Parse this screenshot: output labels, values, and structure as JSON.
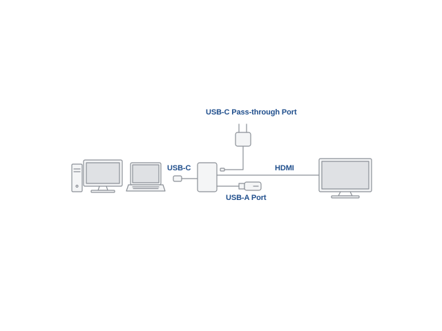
{
  "labels": {
    "usb_c": "USB-C",
    "passthrough": "USB-C Pass-through Port",
    "hdmi": "HDMI",
    "usb_a": "USB-A Port"
  },
  "colors": {
    "label": "#1f4e8c",
    "line": "#8a8f96",
    "fill_light": "#f4f5f6",
    "fill_mid": "#dfe1e4"
  },
  "devices": {
    "sources": [
      "desktop-pc-icon",
      "monitor-icon",
      "laptop-icon"
    ],
    "adapter": "adapter-icon",
    "peripherals": [
      "power-plug-icon",
      "usb-flash-drive-icon"
    ],
    "display": "external-monitor-icon"
  }
}
